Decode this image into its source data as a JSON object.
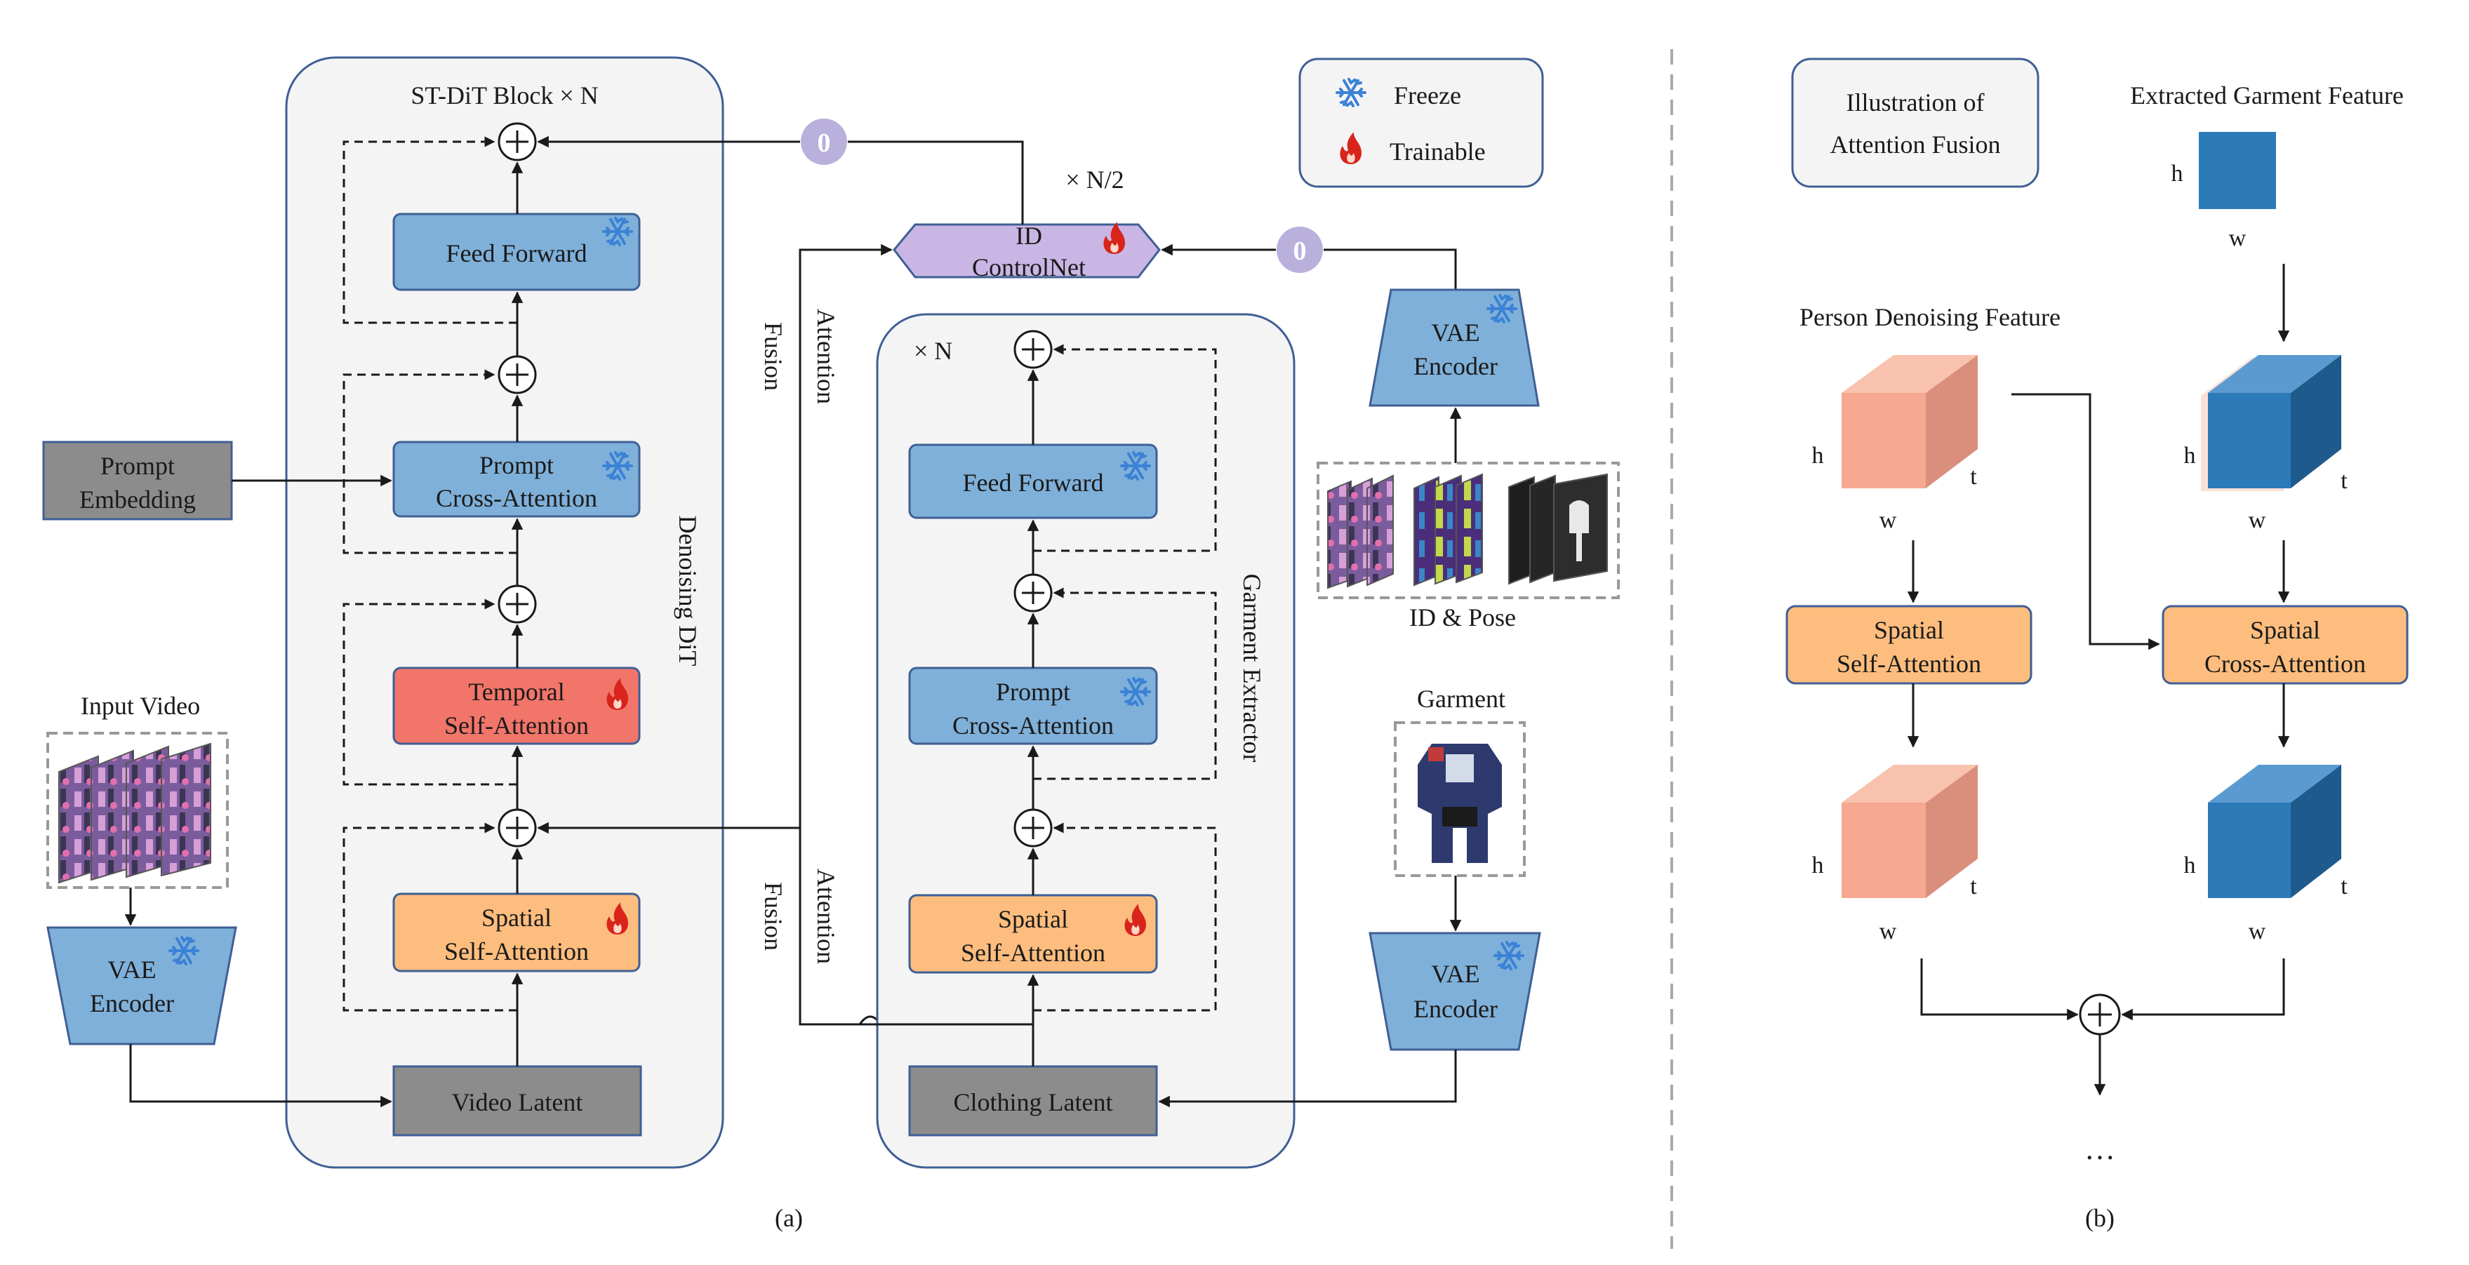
{
  "panel_a": {
    "caption": "(a)",
    "dit": {
      "title": "ST-DiT Block × N",
      "side_label": "Denoising DiT",
      "feed_forward": "Feed Forward",
      "prompt_ca": [
        "Prompt",
        "Cross-Attention"
      ],
      "temporal_sa": [
        "Temporal",
        "Self-Attention"
      ],
      "spatial_sa": [
        "Spatial",
        "Self-Attention"
      ],
      "video_latent": "Video Latent"
    },
    "prompt_embedding": [
      "Prompt",
      "Embedding"
    ],
    "input_video": "Input Video",
    "vae_encoder": [
      "VAE",
      "Encoder"
    ],
    "attention_fusion": [
      "Attention",
      "Fusion"
    ],
    "controlnet": {
      "label": [
        "ID",
        "ControlNet"
      ],
      "repeat": "× N/2",
      "zero": "0"
    },
    "legend": {
      "freeze": "Freeze",
      "trainable": "Trainable"
    },
    "garment_extractor": {
      "repeat": "× N",
      "side_label": "Garment Extractor",
      "feed_forward": "Feed Forward",
      "prompt_ca": [
        "Prompt",
        "Cross-Attention"
      ],
      "spatial_sa": [
        "Spatial",
        "Self-Attention"
      ],
      "clothing_latent": "Clothing Latent"
    },
    "id_pose": "ID & Pose",
    "garment": "Garment"
  },
  "panel_b": {
    "caption": "(b)",
    "title": [
      "Illustration of",
      "Attention Fusion"
    ],
    "extracted": "Extracted Garment Feature",
    "person": "Person Denoising Feature",
    "dims": {
      "h": "h",
      "w": "w",
      "t": "t"
    },
    "spatial_sa": [
      "Spatial",
      "Self-Attention"
    ],
    "spatial_ca": [
      "Spatial",
      "Cross-Attention"
    ],
    "ellipsis": "…"
  },
  "colors": {
    "panel_fill": "#f4f4f4",
    "panel_stroke": "#3f5f94",
    "blue_block": "#7fb0d9",
    "red_block": "#f2756a",
    "orange_block": "#fdbd7e",
    "gray_block": "#8c8c8c",
    "controlnet": "#c9b6e4",
    "zero_circle": "#b9b0dc",
    "snowflake": "#3b82d6",
    "flame": "#d8241b",
    "peach_cube": "#f6a890",
    "blue_cube": "#2c7ab8"
  }
}
